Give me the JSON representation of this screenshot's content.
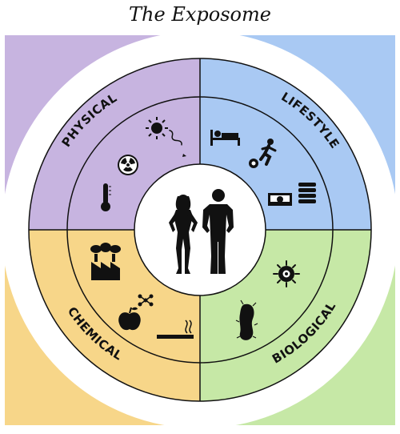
{
  "title": "The Exposome",
  "colors": {
    "physical": "#c7b4e0",
    "lifestyle": "#a9c9f3",
    "chemical": "#f7d689",
    "biological": "#c6e8a6",
    "ring_outer": "#ffffff"
  },
  "quadrants": {
    "physical": {
      "label": "PHYSICAL",
      "icons": [
        "sun-icon",
        "radiation-icon",
        "thermometer-icon"
      ]
    },
    "lifestyle": {
      "label": "LIFESTYLE",
      "icons": [
        "bed-icon",
        "running-person-icon",
        "money-icon",
        "coins-icon"
      ]
    },
    "chemical": {
      "label": "CHEMICAL",
      "icons": [
        "factory-icon",
        "molecule-icon",
        "apple-icon",
        "cigarette-icon"
      ]
    },
    "biological": {
      "label": "BIOLOGICAL",
      "icons": [
        "virus-icon",
        "bacteria-icon"
      ]
    }
  },
  "center": {
    "icon": "people-silhouette-icon"
  }
}
